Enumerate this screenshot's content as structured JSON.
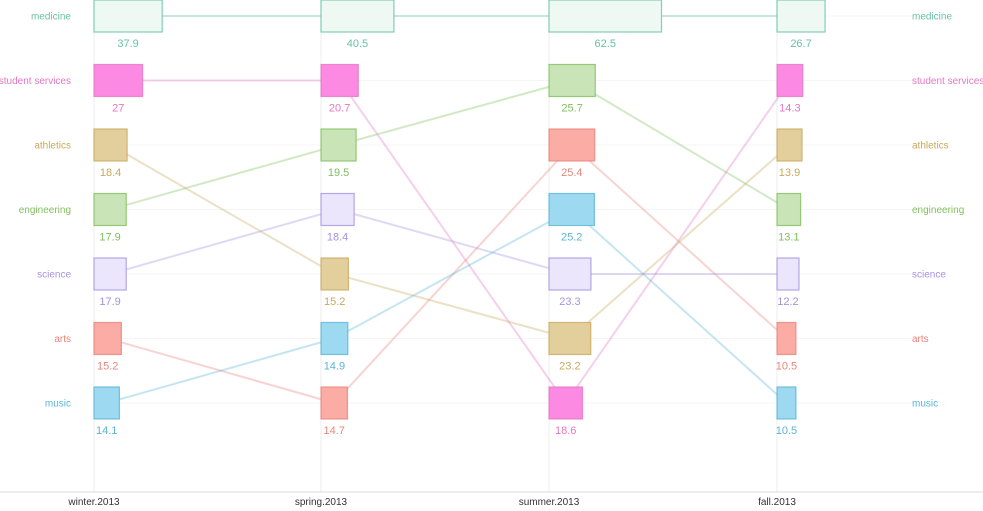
{
  "chart_data": {
    "type": "slope-ranking",
    "periods": [
      "winter.2013",
      "spring.2013",
      "summer.2013",
      "fall.2013"
    ],
    "categories": [
      "medicine",
      "student services",
      "athletics",
      "engineering",
      "science",
      "arts",
      "music"
    ],
    "colors": {
      "medicine": "#66c2a5",
      "student services": "#e377c2",
      "athletics": "#c9a85c",
      "engineering": "#7fbf5c",
      "science": "#a593e0",
      "arts": "#e8857a",
      "music": "#5ab4d6"
    },
    "fills": {
      "medicine": "#eef9f4",
      "student services": "#fc8ae3",
      "athletics": "#e3cf9c",
      "engineering": "#c9e5b8",
      "science": "#ebe6fb",
      "arts": "#faaca5",
      "music": "#9ddaf2"
    },
    "series": [
      {
        "name": "medicine",
        "values": [
          37.9,
          40.5,
          62.5,
          26.7
        ],
        "ranks": [
          1,
          1,
          1,
          1
        ]
      },
      {
        "name": "student services",
        "values": [
          27,
          20.7,
          18.6,
          14.3
        ],
        "ranks": [
          2,
          2,
          7,
          2
        ]
      },
      {
        "name": "athletics",
        "values": [
          18.4,
          15.2,
          23.2,
          13.9
        ],
        "ranks": [
          3,
          5,
          6,
          3
        ]
      },
      {
        "name": "engineering",
        "values": [
          17.9,
          19.5,
          25.7,
          13.1
        ],
        "ranks": [
          4,
          3,
          2,
          4
        ]
      },
      {
        "name": "science",
        "values": [
          17.9,
          18.4,
          23.3,
          12.2
        ],
        "ranks": [
          5,
          4,
          5,
          5
        ]
      },
      {
        "name": "arts",
        "values": [
          15.2,
          14.7,
          25.4,
          10.5
        ],
        "ranks": [
          6,
          7,
          3,
          6
        ]
      },
      {
        "name": "music",
        "values": [
          14.1,
          14.9,
          25.2,
          10.5
        ],
        "ranks": [
          7,
          6,
          4,
          7
        ]
      }
    ],
    "value_labels": [
      [
        "37.9",
        "40.5",
        "62.5",
        "26.7"
      ],
      [
        "27",
        "20.7",
        "18.6",
        "14.3"
      ],
      [
        "18.4",
        "15.2",
        "23.2",
        "13.9"
      ],
      [
        "17.9",
        "19.5",
        "25.7",
        "13.1"
      ],
      [
        "17.9",
        "18.4",
        "23.3",
        "12.2"
      ],
      [
        "15.2",
        "14.7",
        "25.4",
        "10.5"
      ],
      [
        "14.1",
        "14.9",
        "25.2",
        "10.5"
      ]
    ],
    "grid": true,
    "legend": "none"
  }
}
